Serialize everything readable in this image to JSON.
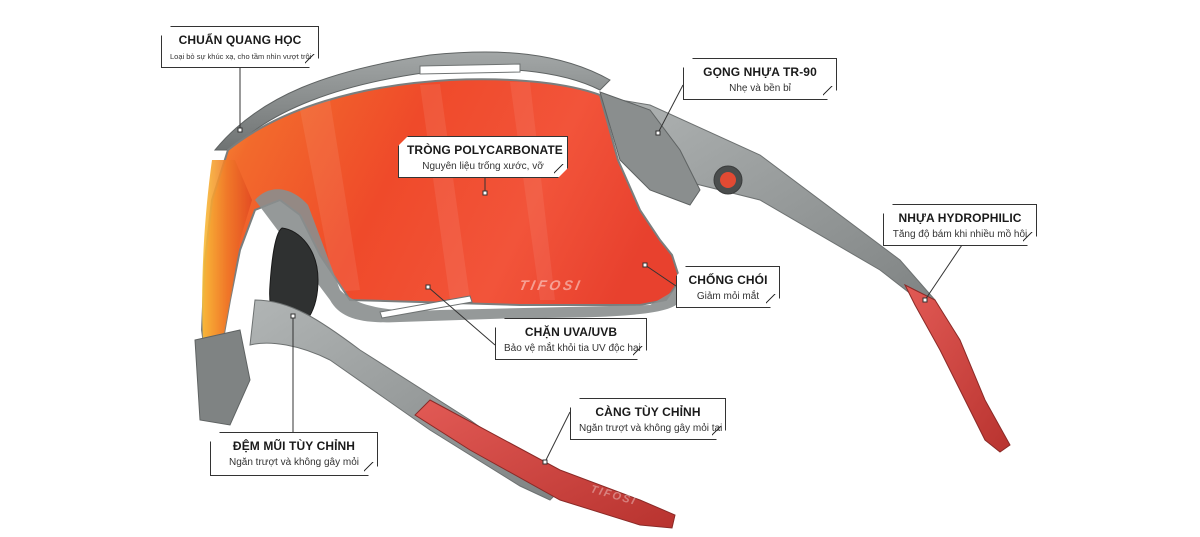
{
  "brand": {
    "wordmark": "TIFOSI"
  },
  "colors": {
    "lens": "#e8452a",
    "frame": "#8a8e8e",
    "temple_tip": "#d94a45",
    "line": "#333333"
  },
  "callouts": {
    "optical": {
      "title": "CHUẨN QUANG HỌC",
      "subtitle": "Loại bỏ sự khúc xạ, cho tầm nhìn vượt trội"
    },
    "lens": {
      "title": "TRÒNG POLYCARBONATE",
      "subtitle": "Nguyên liệu trống xước, vỡ"
    },
    "frame": {
      "title": "GỌNG NHỰA TR-90",
      "subtitle": "Nhẹ và bền bỉ"
    },
    "hydrophilic": {
      "title": "NHỰA HYDROPHILIC",
      "subtitle": "Tăng độ bám khi nhiều mồ hôi"
    },
    "antiglare": {
      "title": "CHỐNG CHÓI",
      "subtitle": "Giảm mỏi mắt"
    },
    "uv": {
      "title": "CHẶN UVA/UVB",
      "subtitle": "Bảo vệ mắt khỏi tia UV độc hại"
    },
    "temple": {
      "title": "CÀNG TÙY CHỈNH",
      "subtitle": "Ngăn trượt và không gây mỏi tai"
    },
    "nosepad": {
      "title": "ĐỆM MŨI TÙY CHỈNH",
      "subtitle": "Ngăn trượt và không gây mỏi"
    }
  }
}
